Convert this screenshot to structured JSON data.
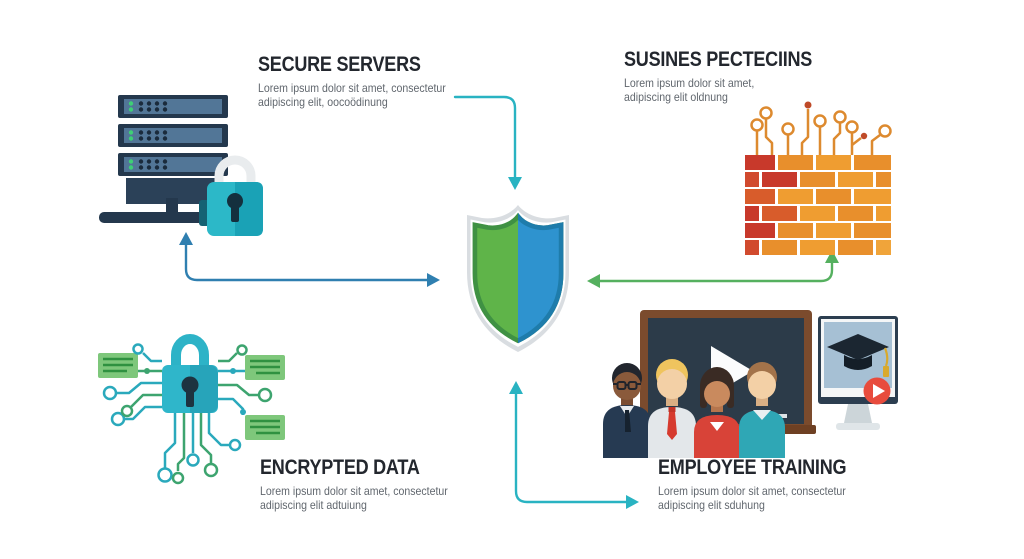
{
  "topics": [
    {
      "id": "secure-servers",
      "title": "SECURE SERVERS",
      "desc_line1": "Lorem ipsum dolor sit amet, consectetur",
      "desc_line2": "adipiscing elit, oocoödinung"
    },
    {
      "id": "business-protections",
      "title": "SUSINES PECTECIINS",
      "desc_line1": "Lorem ipsum dolor sit amet,",
      "desc_line2": "adipiscing elit oldnung"
    },
    {
      "id": "encrypted-data",
      "title": "ENCRYPTED DATA",
      "desc_line1": "Lorem ipsum dolor sit amet, consectetur",
      "desc_line2": "adipiscing elit adtuiung"
    },
    {
      "id": "employee-training",
      "title": "EMPLOYEE TRAINING",
      "desc_line1": "Lorem ipsum dolor sit amet, consectetur",
      "desc_line2": "adipiscing elit sduhung"
    }
  ],
  "center_icon": "security-shield",
  "illustrations": [
    "server-rack-with-padlock",
    "firewall-brick-wall-with-circuits",
    "padlock-with-circuit-board",
    "employee-training-classroom-and-monitor"
  ],
  "palette": {
    "arrow_teal": "#29b3c2",
    "arrow_blue": "#2f7fb0",
    "arrow_green": "#55b05f",
    "shield_green": "#5fb449",
    "shield_blue": "#2e93cf",
    "title_text": "#23272e",
    "body_text": "#61676e",
    "background": "#ffffff"
  }
}
